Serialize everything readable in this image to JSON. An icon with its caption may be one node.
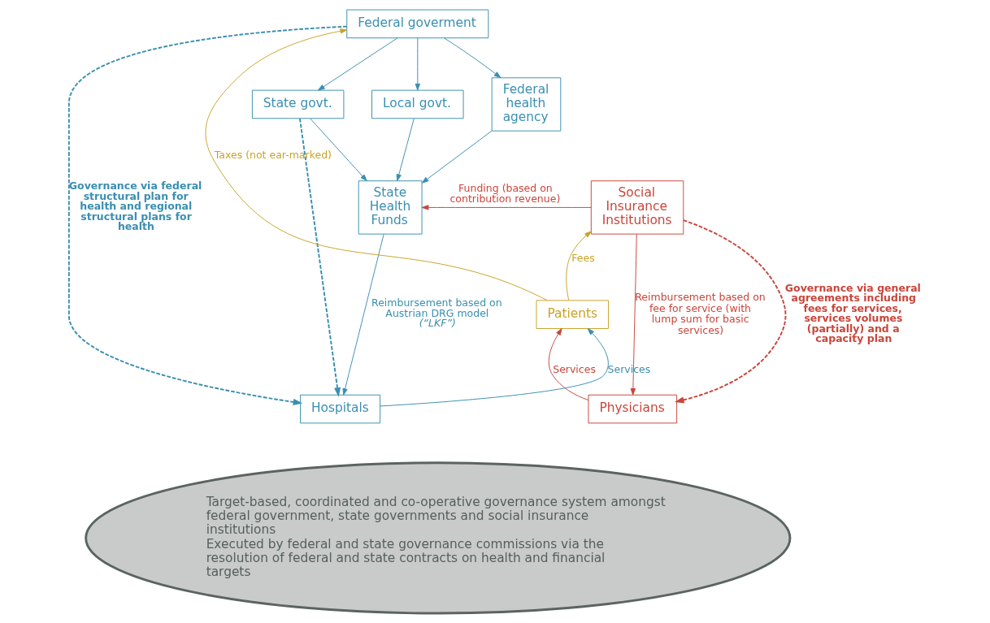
{
  "diagram": {
    "nodes": [
      {
        "text": [
          "Federal goverment"
        ]
      },
      {
        "text": [
          "Federal health agency"
        ]
      },
      {
        "text": [
          "State govt."
        ]
      },
      {
        "text": [
          "Local govt."
        ]
      },
      {
        "text": [
          "Social Insurance Institutions"
        ]
      },
      {
        "text": [
          "State Health Funds"
        ]
      },
      {
        "text": [
          "Patients"
        ]
      },
      {
        "text": [
          "Physicians"
        ]
      },
      {
        "text": [
          "Hospitals"
        ]
      },
      {
        "text": [
          "Target-based, coordinated and co-operative governance system amongst federal government, state governments and social insurance institutions",
          "Executed by federal and state governance commissions via the resolution of federal and state contracts on health and financial targets"
        ]
      }
    ],
    "edges": [
      {
        "from": 0,
        "to": 1,
        "arrow": "to"
      },
      {
        "from": 0,
        "to": 2,
        "arrow": "to"
      },
      {
        "from": 0,
        "to": 3,
        "arrow": "to"
      },
      {
        "from": 1,
        "to": 5,
        "arrow": "to"
      },
      {
        "from": 2,
        "to": 5,
        "arrow": "to"
      },
      {
        "from": 3,
        "to": 5,
        "arrow": "to"
      },
      {
        "from": 6,
        "to": 0,
        "arrow": "to",
        "label": "Taxes (not ear-marked)",
        "color": "#c9a227"
      },
      {
        "from": 4,
        "to": 5,
        "arrow": "to",
        "label": "Funding (based on contribution revenue)",
        "color": "#c8463c"
      },
      {
        "from": 6,
        "to": 4,
        "arrow": "to",
        "label": "Fees",
        "color": "#c9a227"
      },
      {
        "from": 4,
        "to": 7,
        "arrow": "to",
        "label": "Reimbursement based on fee for service (with lump sum for basic services)",
        "color": "#c8463c"
      },
      {
        "from": 5,
        "to": 8,
        "arrow": "to",
        "label": "Reimbursement based on Austrian DRG model *(“LKF”)*"
      },
      {
        "from": 7,
        "to": 6,
        "arrow": "to",
        "label": "Services",
        "color": "#c8463c"
      },
      {
        "from": 8,
        "to": 6,
        "arrow": "to",
        "label": "Services"
      },
      {
        "from": 4,
        "to": 7,
        "arrow": "to",
        "style": "dashed",
        "label": "Governance via general agreements including fees for services, services volumes (partially) and a capacity plan",
        "color": "#c8463c"
      },
      {
        "from": 0,
        "to": 8,
        "arrow": "to",
        "style": "dashed",
        "label": "Governance via federal structural plan for health and regional structural plans for health"
      },
      {
        "from": 2,
        "to": 8,
        "arrow": "to",
        "style": "dashed"
      }
    ]
  }
}
